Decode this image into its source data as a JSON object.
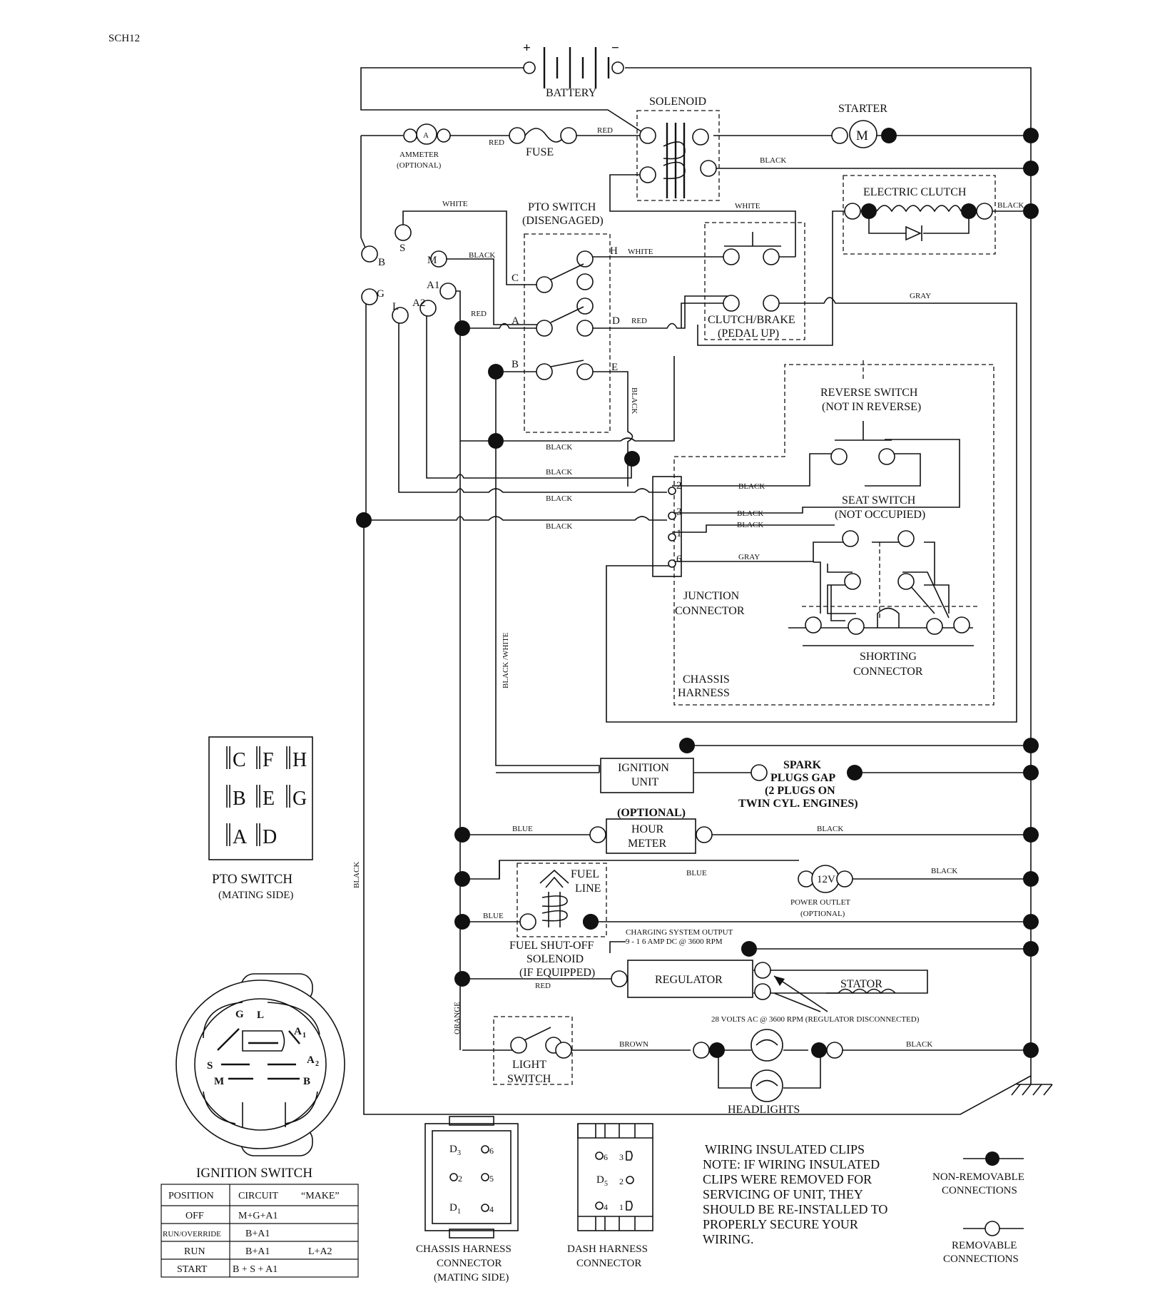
{
  "header": {
    "code": "SCH12"
  },
  "components": {
    "battery": "BATTERY",
    "battery_plus": "+",
    "battery_minus": "−",
    "solenoid": "SOLENOID",
    "starter": "STARTER",
    "starter_symbol": "M",
    "ammeter_symbol": "A",
    "ammeter": "AMMETER",
    "ammeter_optional": "(OPTIONAL)",
    "fuse": "FUSE",
    "electric_clutch": "ELECTRIC CLUTCH",
    "pto_switch": "PTO SWITCH",
    "pto_switch_state": "(DISENGAGED)",
    "clutch_brake": "CLUTCH/BRAKE",
    "clutch_brake_state": "(PEDAL UP)",
    "reverse_switch": "REVERSE SWITCH",
    "reverse_switch_state": "(NOT IN REVERSE)",
    "seat_switch": "SEAT SWITCH",
    "seat_switch_state": "(NOT OCCUPIED)",
    "junction_connector_1": "JUNCTION",
    "junction_connector_2": "CONNECTOR",
    "shorting_connector_1": "SHORTING",
    "shorting_connector_2": "CONNECTOR",
    "chassis_harness_1": "CHASSIS",
    "chassis_harness_2": "HARNESS",
    "ignition_unit_1": "IGNITION",
    "ignition_unit_2": "UNIT",
    "spark_1": "SPARK",
    "spark_2": "PLUGS GAP",
    "spark_3": "(2 PLUGS ON",
    "spark_4": "TWIN CYL. ENGINES)",
    "hour_meter_optional": "(OPTIONAL)",
    "hour_meter_1": "HOUR",
    "hour_meter_2": "METER",
    "fuel_line_1": "FUEL",
    "fuel_line_2": "LINE",
    "power_outlet_symbol": "12V",
    "power_outlet": "POWER OUTLET",
    "power_outlet_optional": "(OPTIONAL)",
    "fuel_solenoid_1": "FUEL SHUT-OFF",
    "fuel_solenoid_2": "SOLENOID",
    "fuel_solenoid_3": "(IF EQUIPPED)",
    "charging_1": "CHARGING SYSTEM OUTPUT",
    "charging_2": "9 - 1 6 AMP DC @ 3600 RPM",
    "regulator": "REGULATOR",
    "stator": "STATOR",
    "stator_ac": "28 VOLTS AC @ 3600 RPM (REGULATOR DISCONNECTED)",
    "light_switch_1": "LIGHT",
    "light_switch_2": "SWITCH",
    "headlights": "HEADLIGHTS"
  },
  "wires": {
    "red": "RED",
    "black": "BLACK",
    "white": "WHITE",
    "gray": "GRAY",
    "blue": "BLUE",
    "orange": "ORANGE",
    "brown": "BROWN",
    "black_white": "BLACK /WHITE"
  },
  "terminals": {
    "ign_s": "S",
    "ign_b": "B",
    "ign_m": "M",
    "ign_a1": "A1",
    "ign_g": "G",
    "ign_l": "L",
    "ign_a2": "A2",
    "pto_c": "C",
    "pto_h": "H",
    "pto_a": "A",
    "pto_d": "D",
    "pto_b": "B",
    "pto_e": "E",
    "jc_2": "2",
    "jc_3": "3",
    "jc_1": "1",
    "jc_6": "6"
  },
  "pto_mating": {
    "title": "PTO SWITCH",
    "subtitle": "(MATING SIDE)",
    "row1": [
      "C",
      "F",
      "H"
    ],
    "row2": [
      "B",
      "E",
      "G"
    ],
    "row3": [
      "A",
      "D"
    ]
  },
  "ignition_switch": {
    "title": "IGNITION SWITCH",
    "labels": {
      "g": "G",
      "l": "L",
      "a1": "A",
      "a1_sub": "1",
      "a2": "A",
      "a2_sub": "2",
      "s": "S",
      "m": "M",
      "b": "B"
    },
    "table": {
      "headers": [
        "POSITION",
        "CIRCUIT",
        "“MAKE”"
      ],
      "rows": [
        {
          "position": "OFF",
          "circuit": "M+G+A1",
          "extra": ""
        },
        {
          "position": "RUN/OVERRIDE",
          "circuit": "B+A1",
          "extra": ""
        },
        {
          "position": "RUN",
          "circuit": "B+A1",
          "extra": "L+A2"
        },
        {
          "position": "START",
          "circuit": "B + S + A1",
          "extra": ""
        }
      ]
    }
  },
  "connectors": {
    "chassis": {
      "title_1": "CHASSIS HARNESS",
      "title_2": "CONNECTOR",
      "title_3": "(MATING SIDE)",
      "pins": {
        "d3": "D",
        "d3_sub": "3",
        "p6": "6",
        "p2": "2",
        "p5": "5",
        "d1": "D",
        "d1_sub": "1",
        "p4": "4"
      }
    },
    "dash": {
      "title_1": "DASH HARNESS",
      "title_2": "CONNECTOR",
      "pins": {
        "p6": "6",
        "p3": "3",
        "d5": "D",
        "d5_sub": "5",
        "p2": "2",
        "p4": "4",
        "p1": "1"
      }
    }
  },
  "note": {
    "line1": "WIRING INSULATED CLIPS",
    "line2": "NOTE:  IF WIRING INSULATED",
    "line3": "CLIPS WERE REMOVED FOR",
    "line4": "SERVICING OF UNIT, THEY",
    "line5": "SHOULD BE RE-INSTALLED TO",
    "line6": "PROPERLY SECURE YOUR",
    "line7": "WIRING."
  },
  "legend": {
    "non_removable_1": "NON-REMOVABLE",
    "non_removable_2": "CONNECTIONS",
    "removable_1": "REMOVABLE",
    "removable_2": "CONNECTIONS"
  }
}
